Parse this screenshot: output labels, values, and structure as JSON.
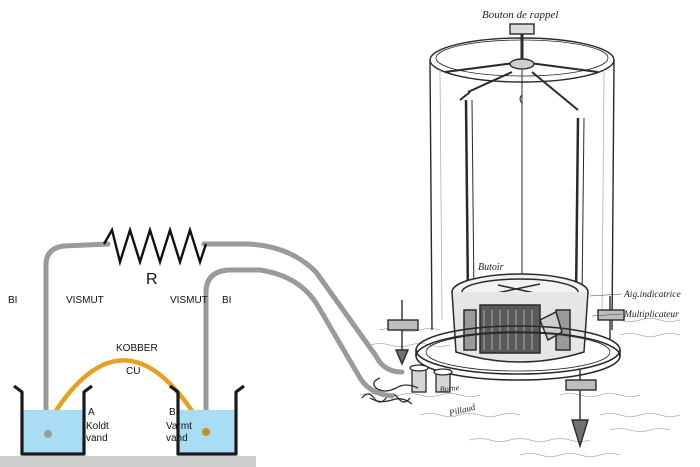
{
  "schematic": {
    "resistor_label": "R",
    "left_lead": {
      "symbol": "BI",
      "name": "VISMUT"
    },
    "right_lead": {
      "symbol": "BI",
      "name": "VISMUT"
    },
    "bridge": {
      "name": "KOBBER",
      "symbol": "CU"
    },
    "beaker_a": {
      "letter": "A",
      "line1": "Koldt",
      "line2": "vand"
    },
    "beaker_b": {
      "letter": "B",
      "line1": "Varmt",
      "line2": "vand"
    }
  },
  "engraving": {
    "top_knob": "Bouton de rappel",
    "stop": "Butoir",
    "indicator_needle": "Aig.indicatrice",
    "multiplier": "Multiplicateur",
    "terminal_label": "Borne",
    "plate_label": "Pillaud"
  },
  "colors": {
    "wire": "#9a9a9a",
    "copper_arc": "#e8a020",
    "water": "#a9dcf5",
    "glass": "#1a1a1a",
    "table": "#cfcfcf"
  }
}
